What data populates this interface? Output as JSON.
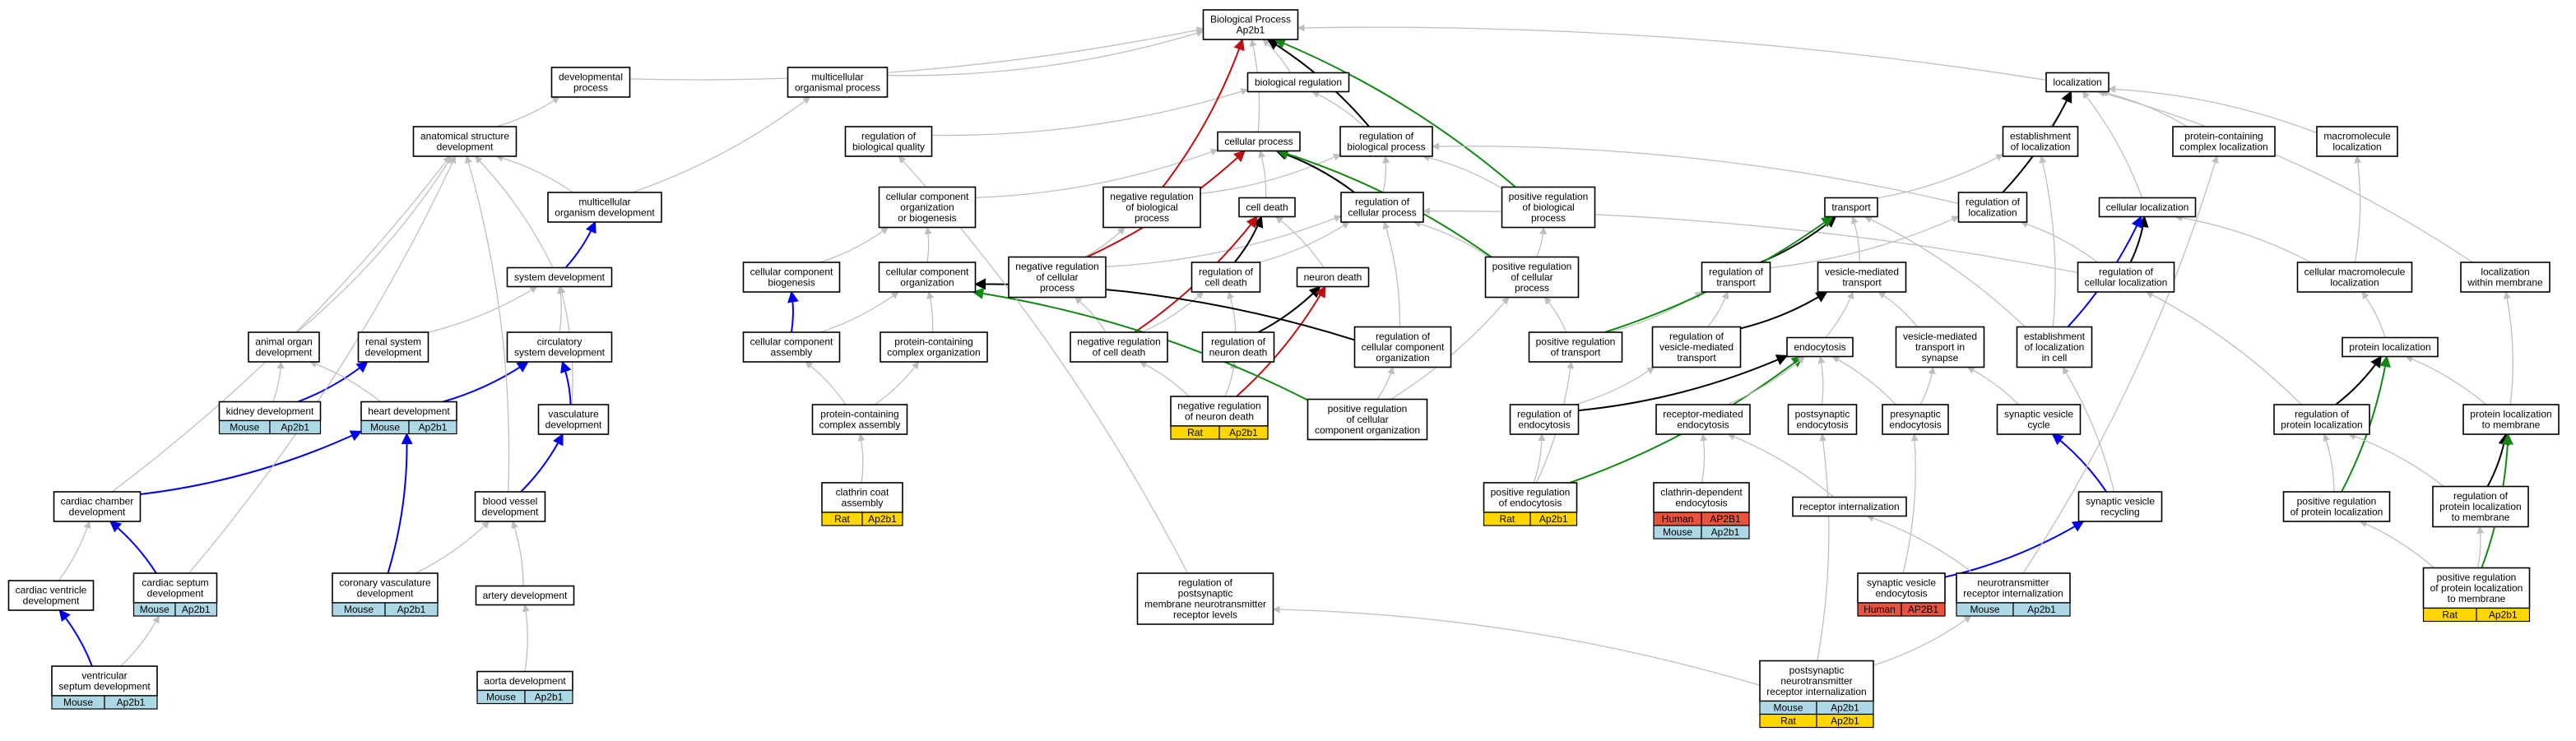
{
  "title": "Biological Process Ap2b1",
  "colors": {
    "mouse": "#add8e6",
    "rat": "#ffd700",
    "human": "#e8533f",
    "edge_gray": "#bfbfbf",
    "edge_black": "#000000",
    "edge_blue": "#0000ee",
    "edge_red": "#bb1111",
    "edge_green": "#118811"
  },
  "nodes": [
    {
      "id": "bp",
      "lines": [
        "Biological Process",
        "Ap2b1"
      ]
    },
    {
      "id": "devproc",
      "lines": [
        "developmental",
        "process"
      ]
    },
    {
      "id": "multiorg",
      "lines": [
        "multicellular",
        "organismal process"
      ]
    },
    {
      "id": "bioreg",
      "lines": [
        "biological regulation"
      ]
    },
    {
      "id": "loc",
      "lines": [
        "localization"
      ]
    },
    {
      "id": "anatdev",
      "lines": [
        "anatomical structure",
        "development"
      ]
    },
    {
      "id": "regbioqual",
      "lines": [
        "regulation of",
        "biological quality"
      ]
    },
    {
      "id": "cellproc",
      "lines": [
        "cellular process"
      ]
    },
    {
      "id": "regbioproc",
      "lines": [
        "regulation of",
        "biological process"
      ]
    },
    {
      "id": "estloc",
      "lines": [
        "establishment",
        "of localization"
      ]
    },
    {
      "id": "protcomplexloc",
      "lines": [
        "protein-containing",
        "complex localization"
      ]
    },
    {
      "id": "macroloc",
      "lines": [
        "macromolecule",
        "localization"
      ]
    },
    {
      "id": "multidev",
      "lines": [
        "multicellular",
        "organism development"
      ]
    },
    {
      "id": "ccorgbio",
      "lines": [
        "cellular component",
        "organization",
        "or biogenesis"
      ]
    },
    {
      "id": "negregbio",
      "lines": [
        "negative regulation",
        "of biological",
        "process"
      ]
    },
    {
      "id": "celldeath",
      "lines": [
        "cell death"
      ]
    },
    {
      "id": "regcellproc",
      "lines": [
        "regulation of",
        "cellular process"
      ]
    },
    {
      "id": "posregbio",
      "lines": [
        "positive regulation",
        "of biological",
        "process"
      ]
    },
    {
      "id": "transport",
      "lines": [
        "transport"
      ]
    },
    {
      "id": "regloc",
      "lines": [
        "regulation of",
        "localization"
      ]
    },
    {
      "id": "cellloc",
      "lines": [
        "cellular localization"
      ]
    },
    {
      "id": "sysdev",
      "lines": [
        "system development"
      ]
    },
    {
      "id": "ccbiogen",
      "lines": [
        "cellular component",
        "biogenesis"
      ]
    },
    {
      "id": "ccorg",
      "lines": [
        "cellular component",
        "organization"
      ]
    },
    {
      "id": "negregcell",
      "lines": [
        "negative regulation",
        "of cellular",
        "process"
      ]
    },
    {
      "id": "regcelldeath",
      "lines": [
        "regulation of",
        "cell death"
      ]
    },
    {
      "id": "neurondeath",
      "lines": [
        "neuron death"
      ]
    },
    {
      "id": "posregcell",
      "lines": [
        "positive regulation",
        "of cellular",
        "process"
      ]
    },
    {
      "id": "regtransport",
      "lines": [
        "regulation of",
        "transport"
      ]
    },
    {
      "id": "vesicletrans",
      "lines": [
        "vesicle-mediated",
        "transport"
      ]
    },
    {
      "id": "regcellloc",
      "lines": [
        "regulation of",
        "cellular localization"
      ]
    },
    {
      "id": "cellmacroloc",
      "lines": [
        "cellular macromolecule",
        "localization"
      ]
    },
    {
      "id": "locmembrane",
      "lines": [
        "localization",
        "within membrane"
      ]
    },
    {
      "id": "animorgan",
      "lines": [
        "animal organ",
        "development"
      ]
    },
    {
      "id": "renalsys",
      "lines": [
        "renal system",
        "development"
      ]
    },
    {
      "id": "circsys",
      "lines": [
        "circulatory",
        "system development"
      ]
    },
    {
      "id": "ccassembly",
      "lines": [
        "cellular component",
        "assembly"
      ]
    },
    {
      "id": "protcomplexorg",
      "lines": [
        "protein-containing",
        "complex organization"
      ]
    },
    {
      "id": "negregcelldeath",
      "lines": [
        "negative regulation",
        "of cell death"
      ]
    },
    {
      "id": "regneurondeath",
      "lines": [
        "regulation of",
        "neuron death"
      ]
    },
    {
      "id": "regccorg",
      "lines": [
        "regulation of",
        "cellular component",
        "organization"
      ]
    },
    {
      "id": "posregtransport",
      "lines": [
        "positive regulation",
        "of transport"
      ]
    },
    {
      "id": "regvestrans",
      "lines": [
        "regulation of",
        "vesicle-mediated",
        "transport"
      ]
    },
    {
      "id": "endocytosis",
      "lines": [
        "endocytosis"
      ]
    },
    {
      "id": "vestranssyn",
      "lines": [
        "vesicle-mediated",
        "transport in",
        "synapse"
      ]
    },
    {
      "id": "estloccell",
      "lines": [
        "establishment",
        "of localization",
        "in cell"
      ]
    },
    {
      "id": "protloc",
      "lines": [
        "protein localization"
      ]
    },
    {
      "id": "kidneydev",
      "lines": [
        "kidney development"
      ],
      "badges": [
        [
          "Mouse",
          "Ap2b1"
        ]
      ]
    },
    {
      "id": "heartdev",
      "lines": [
        "heart development"
      ],
      "badges": [
        [
          "Mouse",
          "Ap2b1"
        ]
      ]
    },
    {
      "id": "vascdev",
      "lines": [
        "vasculature",
        "development"
      ]
    },
    {
      "id": "protcomplexasm",
      "lines": [
        "protein-containing",
        "complex assembly"
      ]
    },
    {
      "id": "negregneurondeath",
      "lines": [
        "negative regulation",
        "of neuron death"
      ],
      "badges": [
        [
          "Rat",
          "Ap2b1"
        ]
      ]
    },
    {
      "id": "posregccorg",
      "lines": [
        "positive regulation",
        "of cellular",
        "component organization"
      ]
    },
    {
      "id": "regendo",
      "lines": [
        "regulation of",
        "endocytosis"
      ]
    },
    {
      "id": "rme",
      "lines": [
        "receptor-mediated",
        "endocytosis"
      ]
    },
    {
      "id": "postsynendo",
      "lines": [
        "postsynaptic",
        "endocytosis"
      ]
    },
    {
      "id": "presynendo",
      "lines": [
        "presynaptic",
        "endocytosis"
      ]
    },
    {
      "id": "synvescycle",
      "lines": [
        "synaptic vesicle",
        "cycle"
      ]
    },
    {
      "id": "regprotloc",
      "lines": [
        "regulation of",
        "protein localization"
      ]
    },
    {
      "id": "protlocmem",
      "lines": [
        "protein localization",
        "to membrane"
      ]
    },
    {
      "id": "cardiacchamber",
      "lines": [
        "cardiac chamber",
        "development"
      ]
    },
    {
      "id": "bloodvessel",
      "lines": [
        "blood vessel",
        "development"
      ]
    },
    {
      "id": "clathrincoat",
      "lines": [
        "clathrin coat",
        "assembly"
      ],
      "badges": [
        [
          "Rat",
          "Ap2b1"
        ]
      ]
    },
    {
      "id": "posregendo",
      "lines": [
        "positive regulation",
        "of endocytosis"
      ],
      "badges": [
        [
          "Rat",
          "Ap2b1"
        ]
      ]
    },
    {
      "id": "clathrinendo",
      "lines": [
        "clathrin-dependent",
        "endocytosis"
      ],
      "badges": [
        [
          "Human",
          "AP2B1"
        ],
        [
          "Mouse",
          "Ap2b1"
        ]
      ]
    },
    {
      "id": "receptorint",
      "lines": [
        "receptor internalization"
      ]
    },
    {
      "id": "synvesrecycling",
      "lines": [
        "synaptic vesicle",
        "recycling"
      ]
    },
    {
      "id": "posregprotloc",
      "lines": [
        "positive regulation",
        "of protein localization"
      ]
    },
    {
      "id": "regprotlocmem",
      "lines": [
        "regulation of",
        "protein localization",
        "to membrane"
      ]
    },
    {
      "id": "cardiacventricle",
      "lines": [
        "cardiac ventricle",
        "development"
      ]
    },
    {
      "id": "cardiacseptum",
      "lines": [
        "cardiac septum",
        "development"
      ],
      "badges": [
        [
          "Mouse",
          "Ap2b1"
        ]
      ]
    },
    {
      "id": "coronary",
      "lines": [
        "coronary vasculature",
        "development"
      ],
      "badges": [
        [
          "Mouse",
          "Ap2b1"
        ]
      ]
    },
    {
      "id": "arterydev",
      "lines": [
        "artery development"
      ]
    },
    {
      "id": "regpostsyn",
      "lines": [
        "regulation of",
        "postsynaptic",
        "membrane neurotransmitter",
        "receptor levels"
      ]
    },
    {
      "id": "synvesendo",
      "lines": [
        "synaptic vesicle",
        "endocytosis"
      ],
      "badges": [
        [
          "Human",
          "AP2B1"
        ]
      ]
    },
    {
      "id": "neurotransint",
      "lines": [
        "neurotransmitter",
        "receptor internalization"
      ],
      "badges": [
        [
          "Mouse",
          "Ap2b1"
        ]
      ]
    },
    {
      "id": "posregprotlocmem",
      "lines": [
        "positive regulation",
        "of protein localization",
        "to membrane"
      ],
      "badges": [
        [
          "Rat",
          "Ap2b1"
        ]
      ]
    },
    {
      "id": "ventricularseptum",
      "lines": [
        "ventricular",
        "septum development"
      ],
      "badges": [
        [
          "Mouse",
          "Ap2b1"
        ]
      ]
    },
    {
      "id": "aortadev",
      "lines": [
        "aorta development"
      ],
      "badges": [
        [
          "Mouse",
          "Ap2b1"
        ]
      ]
    },
    {
      "id": "postsynneuro",
      "lines": [
        "postsynaptic",
        "neurotransmitter",
        "receptor internalization"
      ],
      "badges": [
        [
          "Mouse",
          "Ap2b1"
        ],
        [
          "Rat",
          "Ap2b1"
        ]
      ]
    }
  ],
  "edges": [
    [
      "devproc",
      "bp",
      "gray"
    ],
    [
      "multiorg",
      "bp",
      "gray"
    ],
    [
      "bioreg",
      "bp",
      "gray"
    ],
    [
      "loc",
      "bp",
      "gray"
    ],
    [
      "cellproc",
      "bp",
      "gray"
    ],
    [
      "regbioproc",
      "bioreg",
      "gray"
    ],
    [
      "regbioqual",
      "bioreg",
      "gray"
    ],
    [
      "anatdev",
      "devproc",
      "gray"
    ],
    [
      "multidev",
      "multiorg",
      "gray"
    ],
    [
      "multidev",
      "anatdev",
      "gray"
    ],
    [
      "sysdev",
      "multidev",
      "blue"
    ],
    [
      "sysdev",
      "anatdev",
      "gray"
    ],
    [
      "animorgan",
      "anatdev",
      "gray"
    ],
    [
      "renalsys",
      "sysdev",
      "gray"
    ],
    [
      "circsys",
      "sysdev",
      "gray"
    ],
    [
      "kidneydev",
      "renalsys",
      "blue"
    ],
    [
      "kidneydev",
      "animorgan",
      "gray"
    ],
    [
      "heartdev",
      "circsys",
      "blue"
    ],
    [
      "heartdev",
      "animorgan",
      "gray"
    ],
    [
      "vascdev",
      "circsys",
      "blue"
    ],
    [
      "vascdev",
      "sysdev",
      "gray"
    ],
    [
      "bloodvessel",
      "vascdev",
      "blue"
    ],
    [
      "bloodvessel",
      "anatdev",
      "gray"
    ],
    [
      "cardiacchamber",
      "heartdev",
      "blue"
    ],
    [
      "cardiacchamber",
      "anatdev",
      "gray"
    ],
    [
      "cardiacseptum",
      "cardiacchamber",
      "blue"
    ],
    [
      "cardiacseptum",
      "anatdev",
      "gray"
    ],
    [
      "cardiacventricle",
      "cardiacchamber",
      "gray"
    ],
    [
      "ventricularseptum",
      "cardiacventricle",
      "blue"
    ],
    [
      "ventricularseptum",
      "cardiacseptum",
      "gray"
    ],
    [
      "coronary",
      "heartdev",
      "blue"
    ],
    [
      "coronary",
      "bloodvessel",
      "gray"
    ],
    [
      "arterydev",
      "bloodvessel",
      "gray"
    ],
    [
      "aortadev",
      "arterydev",
      "gray"
    ],
    [
      "ccorgbio",
      "cellproc",
      "gray"
    ],
    [
      "ccbiogen",
      "ccorgbio",
      "gray"
    ],
    [
      "ccorg",
      "ccorgbio",
      "gray"
    ],
    [
      "ccassembly",
      "ccbiogen",
      "blue"
    ],
    [
      "ccassembly",
      "ccorg",
      "gray"
    ],
    [
      "protcomplexorg",
      "ccorg",
      "gray"
    ],
    [
      "protcomplexasm",
      "ccassembly",
      "gray"
    ],
    [
      "protcomplexasm",
      "protcomplexorg",
      "gray"
    ],
    [
      "clathrincoat",
      "protcomplexasm",
      "gray"
    ],
    [
      "regbioproc",
      "bp",
      "black"
    ],
    [
      "negregbio",
      "bp",
      "red"
    ],
    [
      "posregbio",
      "bp",
      "green"
    ],
    [
      "negregbio",
      "regbioproc",
      "gray"
    ],
    [
      "posregbio",
      "regbioproc",
      "gray"
    ],
    [
      "regcellproc",
      "regbioproc",
      "gray"
    ],
    [
      "regcellproc",
      "cellproc",
      "black"
    ],
    [
      "celldeath",
      "cellproc",
      "gray"
    ],
    [
      "negregcell",
      "negregbio",
      "gray"
    ],
    [
      "negregcell",
      "regcellproc",
      "gray"
    ],
    [
      "negregcell",
      "cellproc",
      "red"
    ],
    [
      "posregcell",
      "posregbio",
      "gray"
    ],
    [
      "posregcell",
      "regcellproc",
      "gray"
    ],
    [
      "posregcell",
      "cellproc",
      "green"
    ],
    [
      "regcelldeath",
      "celldeath",
      "black"
    ],
    [
      "regcelldeath",
      "regcellproc",
      "gray"
    ],
    [
      "neurondeath",
      "celldeath",
      "gray"
    ],
    [
      "negregcelldeath",
      "regcelldeath",
      "gray"
    ],
    [
      "negregcelldeath",
      "celldeath",
      "red"
    ],
    [
      "negregcelldeath",
      "negregcell",
      "gray"
    ],
    [
      "regneurondeath",
      "regcelldeath",
      "gray"
    ],
    [
      "regneurondeath",
      "neurondeath",
      "black"
    ],
    [
      "negregneurondeath",
      "regneurondeath",
      "gray"
    ],
    [
      "negregneurondeath",
      "neurondeath",
      "red"
    ],
    [
      "negregneurondeath",
      "negregcelldeath",
      "gray"
    ],
    [
      "regccorg",
      "regcellproc",
      "gray"
    ],
    [
      "regccorg",
      "ccorg",
      "black"
    ],
    [
      "posregccorg",
      "regccorg",
      "gray"
    ],
    [
      "posregccorg",
      "posregcell",
      "gray"
    ],
    [
      "posregccorg",
      "ccorg",
      "green"
    ],
    [
      "estloc",
      "loc",
      "gray"
    ],
    [
      "protcomplexloc",
      "loc",
      "gray"
    ],
    [
      "macroloc",
      "loc",
      "gray"
    ],
    [
      "cellloc",
      "loc",
      "gray"
    ],
    [
      "transport",
      "estloc",
      "gray"
    ],
    [
      "regloc",
      "regbioproc",
      "gray"
    ],
    [
      "regloc",
      "loc",
      "black"
    ],
    [
      "regcellloc",
      "regloc",
      "gray"
    ],
    [
      "regcellloc",
      "cellloc",
      "black"
    ],
    [
      "regcellloc",
      "regcellproc",
      "gray"
    ],
    [
      "cellmacroloc",
      "macroloc",
      "gray"
    ],
    [
      "cellmacroloc",
      "cellloc",
      "gray"
    ],
    [
      "locmembrane",
      "loc",
      "gray"
    ],
    [
      "regtransport",
      "regloc",
      "gray"
    ],
    [
      "regtransport",
      "transport",
      "black"
    ],
    [
      "vesicletrans",
      "transport",
      "gray"
    ],
    [
      "posregtransport",
      "regtransport",
      "gray"
    ],
    [
      "posregtransport",
      "posregcell",
      "gray"
    ],
    [
      "posregtransport",
      "transport",
      "green"
    ],
    [
      "regvestrans",
      "regtransport",
      "gray"
    ],
    [
      "regvestrans",
      "vesicletrans",
      "black"
    ],
    [
      "endocytosis",
      "vesicletrans",
      "gray"
    ],
    [
      "vestranssyn",
      "vesicletrans",
      "gray"
    ],
    [
      "estloccell",
      "estloc",
      "gray"
    ],
    [
      "estloccell",
      "cellloc",
      "blue"
    ],
    [
      "estloccell",
      "transport",
      "gray"
    ],
    [
      "protloc",
      "cellmacroloc",
      "gray"
    ],
    [
      "regprotloc",
      "protloc",
      "black"
    ],
    [
      "regprotloc",
      "regcellloc",
      "gray"
    ],
    [
      "protlocmem",
      "protloc",
      "gray"
    ],
    [
      "protlocmem",
      "locmembrane",
      "gray"
    ],
    [
      "regendo",
      "endocytosis",
      "black"
    ],
    [
      "regendo",
      "regvestrans",
      "gray"
    ],
    [
      "posregendo",
      "regendo",
      "gray"
    ],
    [
      "posregendo",
      "posregtransport",
      "gray"
    ],
    [
      "posregendo",
      "endocytosis",
      "green"
    ],
    [
      "rme",
      "endocytosis",
      "gray"
    ],
    [
      "clathrinendo",
      "rme",
      "gray"
    ],
    [
      "receptorint",
      "rme",
      "gray"
    ],
    [
      "postsynendo",
      "endocytosis",
      "gray"
    ],
    [
      "presynendo",
      "endocytosis",
      "gray"
    ],
    [
      "presynendo",
      "vestranssyn",
      "gray"
    ],
    [
      "synvescycle",
      "vestranssyn",
      "gray"
    ],
    [
      "synvesrecycling",
      "synvescycle",
      "blue"
    ],
    [
      "synvesrecycling",
      "estloccell",
      "gray"
    ],
    [
      "synvesendo",
      "synvesrecycling",
      "blue"
    ],
    [
      "synvesendo",
      "presynendo",
      "gray"
    ],
    [
      "neurotransint",
      "receptorint",
      "gray"
    ],
    [
      "neurotransint",
      "protcomplexloc",
      "gray"
    ],
    [
      "postsynneuro",
      "postsynendo",
      "gray"
    ],
    [
      "postsynneuro",
      "neurotransint",
      "gray"
    ],
    [
      "postsynneuro",
      "regpostsyn",
      "gray"
    ],
    [
      "regpostsyn",
      "regbioqual",
      "gray"
    ],
    [
      "posregprotloc",
      "regprotloc",
      "gray"
    ],
    [
      "posregprotloc",
      "protloc",
      "green"
    ],
    [
      "regprotlocmem",
      "regprotloc",
      "gray"
    ],
    [
      "regprotlocmem",
      "protlocmem",
      "black"
    ],
    [
      "posregprotlocmem",
      "regprotlocmem",
      "gray"
    ],
    [
      "posregprotlocmem",
      "posregprotloc",
      "gray"
    ],
    [
      "posregprotlocmem",
      "protlocmem",
      "green"
    ]
  ]
}
